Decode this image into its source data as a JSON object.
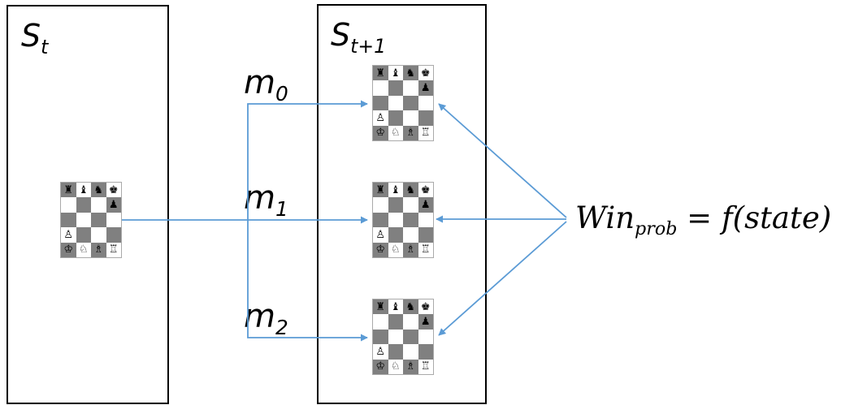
{
  "labels": {
    "state_current": "S",
    "state_current_sub": "t",
    "state_next": "S",
    "state_next_sub": "t+1",
    "moves": [
      {
        "letter": "m",
        "sub": "0"
      },
      {
        "letter": "m",
        "sub": "1"
      },
      {
        "letter": "m",
        "sub": "2"
      }
    ],
    "formula_main": "Win",
    "formula_sub": "prob",
    "formula_rest": " = f(state)"
  },
  "board": {
    "dark_color": "#808080",
    "light_color": "#ffffff",
    "rows": [
      [
        "♜",
        "♝",
        "♞",
        "♚"
      ],
      [
        "",
        "",
        "",
        "♟"
      ],
      [
        "",
        "",
        "",
        ""
      ],
      [
        "♙",
        "",
        "",
        ""
      ],
      [
        "♔",
        "♘",
        "♗",
        "♖"
      ]
    ]
  },
  "arrow_color": "#5b9bd5"
}
